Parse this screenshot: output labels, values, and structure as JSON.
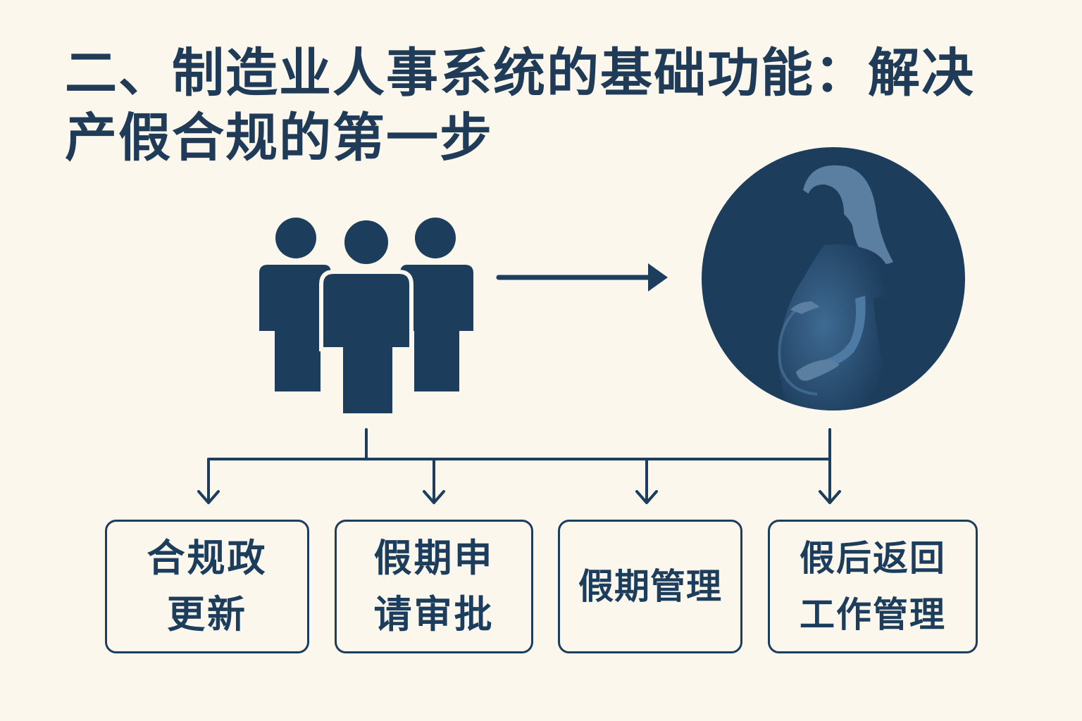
{
  "title": "二、制造业人事系统的基础功能：解决产假合规的第一步",
  "colors": {
    "background": "#fbf7ec",
    "primary": "#1d3d5c",
    "hair": "#5b7fa0",
    "skin_tone": "#2c5275"
  },
  "icons": {
    "group": "people-group-icon",
    "pregnant": "pregnant-woman-icon",
    "arrow": "arrow-right-icon"
  },
  "boxes": [
    {
      "label": "合规政\n更新"
    },
    {
      "label": "假期申\n请审批"
    },
    {
      "label": "假期管理"
    },
    {
      "label": "假后返回\n工作管理"
    }
  ]
}
